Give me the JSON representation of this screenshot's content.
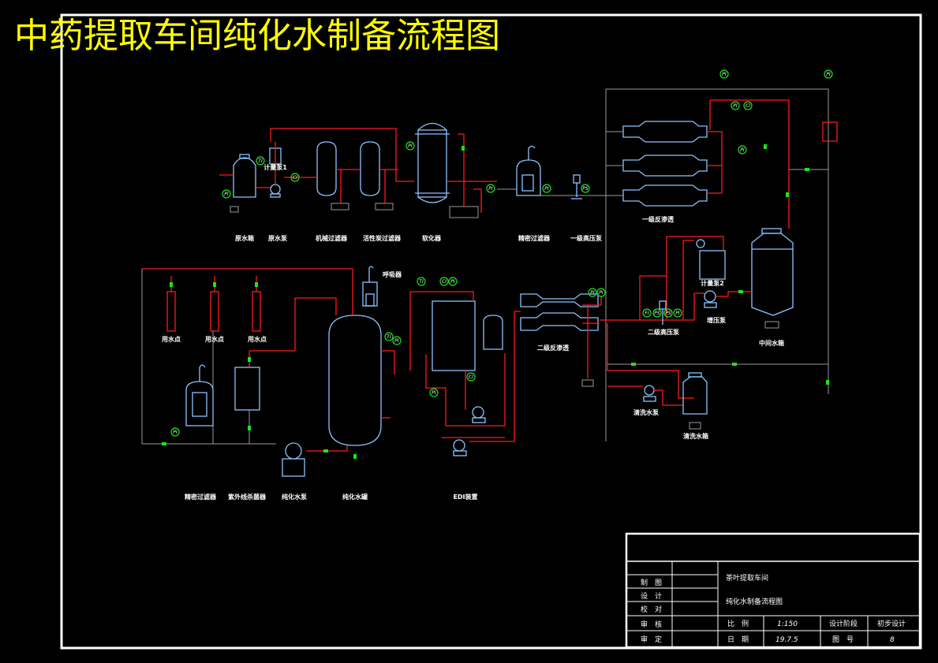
{
  "title": "中药提取车间纯化水制备流程图",
  "colors": {
    "background": "#000000",
    "title": "#ffff00",
    "equipment": "#8cc4ff",
    "pipe": "#ff1a1a",
    "instrument": "#19e619",
    "border": "#ffffff"
  },
  "equipment_labels": {
    "raw_tank": "原水箱",
    "raw_pump": "原水泵",
    "dosing_pump_1": "计量泵1",
    "mech_filter": "机械过滤器",
    "carbon_filter": "活性炭过滤器",
    "softener": "软化器",
    "precision_filter": "精密过滤器",
    "hp_pump_1": "一级高压泵",
    "ro_1": "一级反渗透",
    "dosing_pump_2": "计量泵2",
    "booster_pump": "增压泵",
    "mid_tank": "中间水箱",
    "hp_pump_2": "二级高压泵",
    "ro_2": "二级反渗透",
    "clean_pump": "清洗水泵",
    "clean_tank": "清洗水箱",
    "use_point_1": "用水点",
    "use_point_2": "用水点",
    "use_point_3": "用水点",
    "breather": "呼吸器",
    "precision_filter_2": "精密过滤器",
    "uv": "紫外线杀菌器",
    "pure_pump": "纯化水泵",
    "pure_tank": "纯化水罐",
    "edi": "EDI装置"
  },
  "instruments": {
    "pi": "PI",
    "ti": "TI",
    "fi": "FI",
    "ci": "CI",
    "ps": "PS"
  },
  "title_block": {
    "project": "茶叶提取车间",
    "drawing_name": "纯化水制备流程图",
    "rows": [
      "制　图",
      "设　计",
      "校　对",
      "审　核",
      "审　定"
    ],
    "scale_label": "比　例",
    "scale_value": "1:150",
    "date_label": "日　期",
    "date_value": "19.7.5",
    "stage_label": "设计阶段",
    "stage_value": "初步设计",
    "drawing_no_label": "图　号",
    "drawing_no_value": "8"
  }
}
